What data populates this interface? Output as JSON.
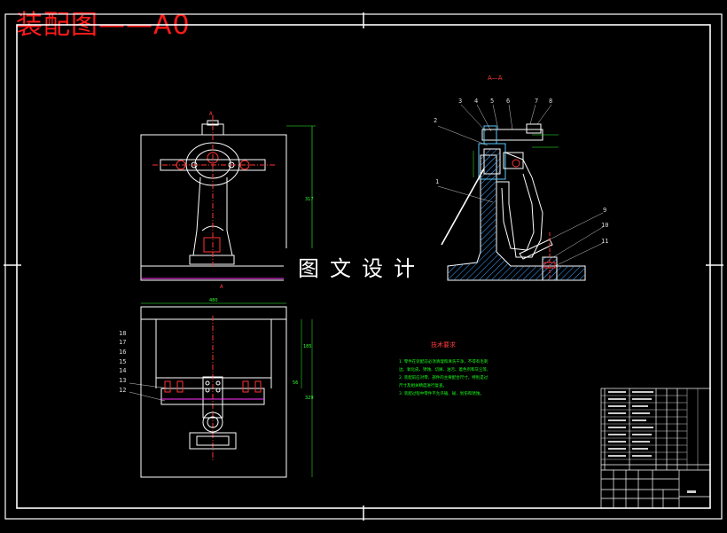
{
  "title": "装配图——A0",
  "watermark": "图文设计",
  "section_label": "A—A",
  "view_label_top": "A",
  "view_label_mid": "A",
  "tech_requirements": {
    "title": "技术要求",
    "items": [
      "1. 零件在装配前必须清理和清洗干净，不得有毛刺、飞",
      "   边、氧化皮、锈蚀、切屑、油污、着色剂和灰尘等。",
      "2. 装配前应对零、部件的主要配合尺寸，特别是过盈配合",
      "   尺寸及相关精度进行复查。",
      "3. 装配过程中零件不允许磕、碰、划伤和锈蚀。"
    ]
  },
  "part_labels_right": [
    "1",
    "2",
    "3",
    "4",
    "5",
    "6",
    "7",
    "8",
    "9",
    "10",
    "11"
  ],
  "part_labels_left": [
    "18",
    "17",
    "16",
    "15",
    "14",
    "13",
    "12"
  ],
  "dimensions": {
    "front_height": "317",
    "plan_width": "480",
    "plan_h1": "185",
    "plan_h2": "56",
    "plan_h3": "329"
  },
  "colors": {
    "background": "#000000",
    "line": "#ffffff",
    "title": "#ff1a1a",
    "dim": "#33ff33",
    "section": "#5ac8fa",
    "hatch": "#3aa0ff"
  }
}
